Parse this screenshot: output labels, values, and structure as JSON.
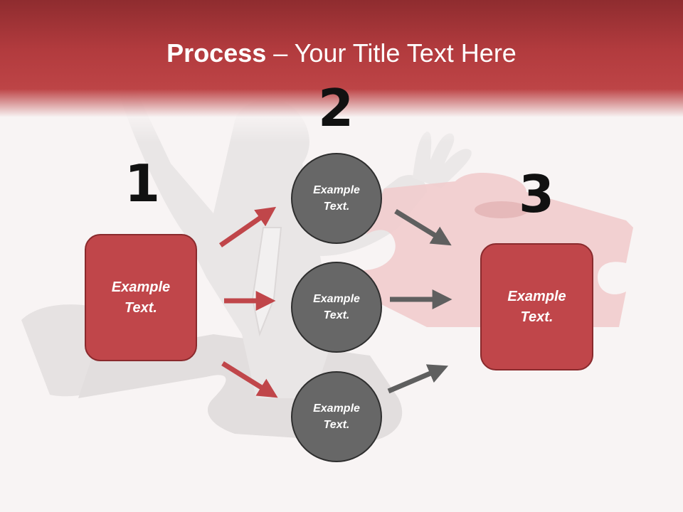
{
  "title": {
    "bold": "Process",
    "rest": " – Your Title Text Here"
  },
  "steps": [
    {
      "number": "1",
      "text": "Example Text."
    },
    {
      "number": "2",
      "items": [
        "Example Text.",
        "Example Text.",
        "Example Text."
      ]
    },
    {
      "number": "3",
      "text": "Example Text."
    }
  ],
  "colors": {
    "header": "#b23b3e",
    "box": "#c0464a",
    "circle": "#676767",
    "arrow_red": "#c0464a",
    "arrow_gray": "#5f5f5f"
  }
}
